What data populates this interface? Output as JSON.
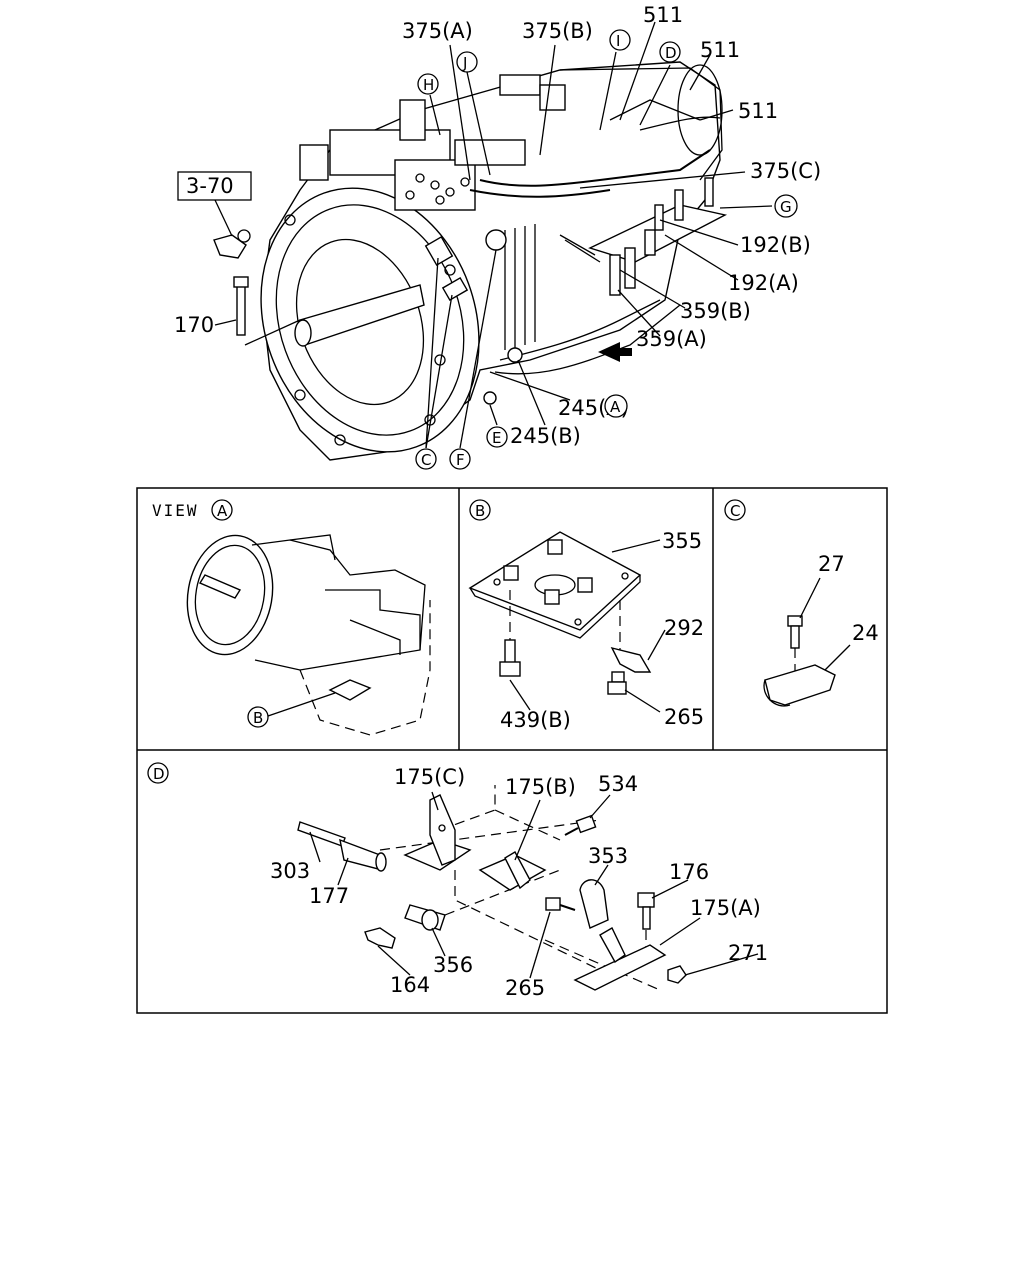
{
  "callouts": {
    "p375a": "375(A)",
    "p375b": "375(B)",
    "p375c": "375(C)",
    "p511a": "511",
    "p511b": "511",
    "p511c": "511",
    "ref370": "3-70",
    "p170": "170",
    "p192b": "192(B)",
    "p192a": "192(A)",
    "p359b": "359(B)",
    "p359a": "359(A)",
    "p245a": "245(A)",
    "p245b": "245(B)",
    "p355": "355",
    "p292": "292",
    "p439b": "439(B)",
    "p265a": "265",
    "p27": "27",
    "p24": "24",
    "p175c": "175(C)",
    "p175b": "175(B)",
    "p534": "534",
    "p353": "353",
    "p176": "176",
    "p175a": "175(A)",
    "p303": "303",
    "p177": "177",
    "p356": "356",
    "p164": "164",
    "p265b": "265",
    "p271": "271"
  },
  "markers": {
    "I": "I",
    "D": "D",
    "J": "J",
    "H": "H",
    "G": "G",
    "A": "A",
    "E": "E",
    "C": "C",
    "F": "F",
    "B": "B"
  },
  "panels": {
    "view_a_label": "VIEW",
    "view_a_marker": "A",
    "panel_b_marker": "B",
    "panel_b_inner_marker": "B",
    "panel_c_marker": "C",
    "panel_d_marker": "D"
  }
}
